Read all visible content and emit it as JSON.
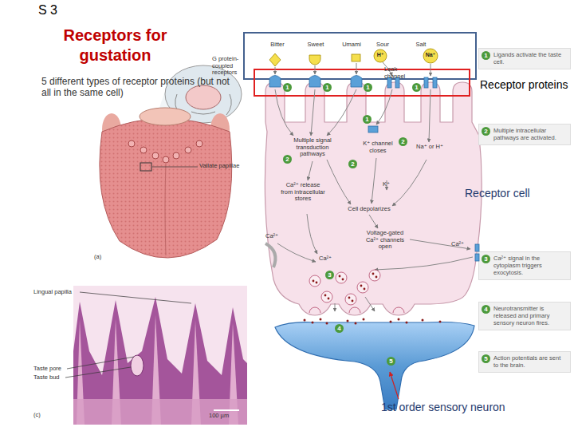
{
  "diagram": {
    "title": "Receptors for gustation",
    "nodes": [
      {
        "text": [
          "Bitter",
          "Sweet",
          "Umami",
          "Sour",
          "Salt"
        ]
      },
      {
        "text": [
          "Receptor proteins"
        ]
      },
      {
        "text": [
          "Receptor cell"
        ]
      },
      {
        "text": [
          "1st order sensory neuron"
        ]
      },
      {
        "text": [
          "1",
          "Ligands activate the taste cell."
        ]
      },
      {
        "text": [
          "2",
          "Multiple intracellular pathways are activated."
        ]
      },
      {
        "text": [
          "3",
          "Ca²⁺ signal in the cytoplasm triggers exocytosis."
        ]
      },
      {
        "text": [
          "4",
          "Neurotransmitter is released and primary sensory neuron fires."
        ]
      },
      {
        "text": [
          "5",
          "Action potentials are sent to the brain."
        ]
      }
    ],
    "labels": [
      "S 3",
      "5 different types of receptor proteins (but not all in the same cell)",
      "Vallate papillae",
      "(a)",
      "Lingual papilla",
      "Taste pore",
      "Taste bud",
      "(c)",
      "100 µm",
      "G protein-coupled receptors",
      "Leak channel",
      "H⁺",
      "Na⁺",
      "1",
      "1",
      "1",
      "1",
      "1",
      "Multiple signal transduction pathways",
      "2",
      "K⁺ channel closes",
      "2",
      "2",
      "Na⁺ or H⁺",
      "K⁺",
      "Ca²⁺ release from intracellular stores",
      "Cell depolarizes",
      "Ca²⁺",
      "Voltage-gated Ca²⁺ channels open",
      "Ca²⁺",
      "Ca²⁺",
      "3",
      "4",
      "5"
    ]
  }
}
